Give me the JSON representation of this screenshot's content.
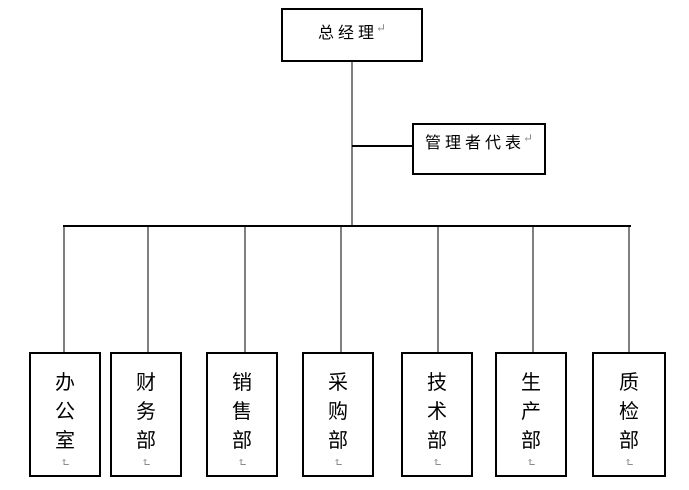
{
  "colors": {
    "background": "#ffffff",
    "box_border": "#000000",
    "horizontal_connector": "#000000",
    "vertical_connector": "#7f7f7f",
    "paragraph_mark": "#8a8a8a"
  },
  "org": {
    "root": {
      "label": "总经理",
      "mark": "↵"
    },
    "assistant": {
      "label": "管理者代表",
      "mark": "↵"
    },
    "departments": [
      {
        "label": "办公室",
        "mark": "↵"
      },
      {
        "label": "财务部",
        "mark": "↵"
      },
      {
        "label": "销售部",
        "mark": "↵"
      },
      {
        "label": "采购部",
        "mark": "↵"
      },
      {
        "label": "技术部",
        "mark": "↵"
      },
      {
        "label": "生产部",
        "mark": "↵"
      },
      {
        "label": "质检部",
        "mark": "↵"
      }
    ]
  }
}
